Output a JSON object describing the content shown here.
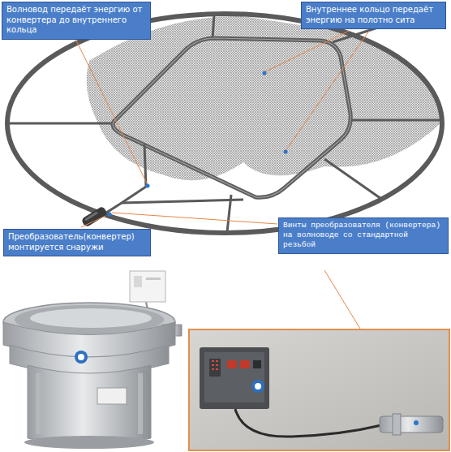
{
  "diagram": {
    "nodes": [
      {
        "text": [
          "Волновод передаёт энергию от конвертера до внутреннего кольца"
        ]
      },
      {
        "text": [
          "Внутреннее кольцо передаёт энергию на полотно сита"
        ]
      },
      {
        "text": [
          "Преобразователь(конвертер) монтируется снаружи"
        ]
      },
      {
        "text": [
          "Винты преобразователя (конвертера) на волноводе со стандартной резьбой"
        ]
      }
    ]
  }
}
